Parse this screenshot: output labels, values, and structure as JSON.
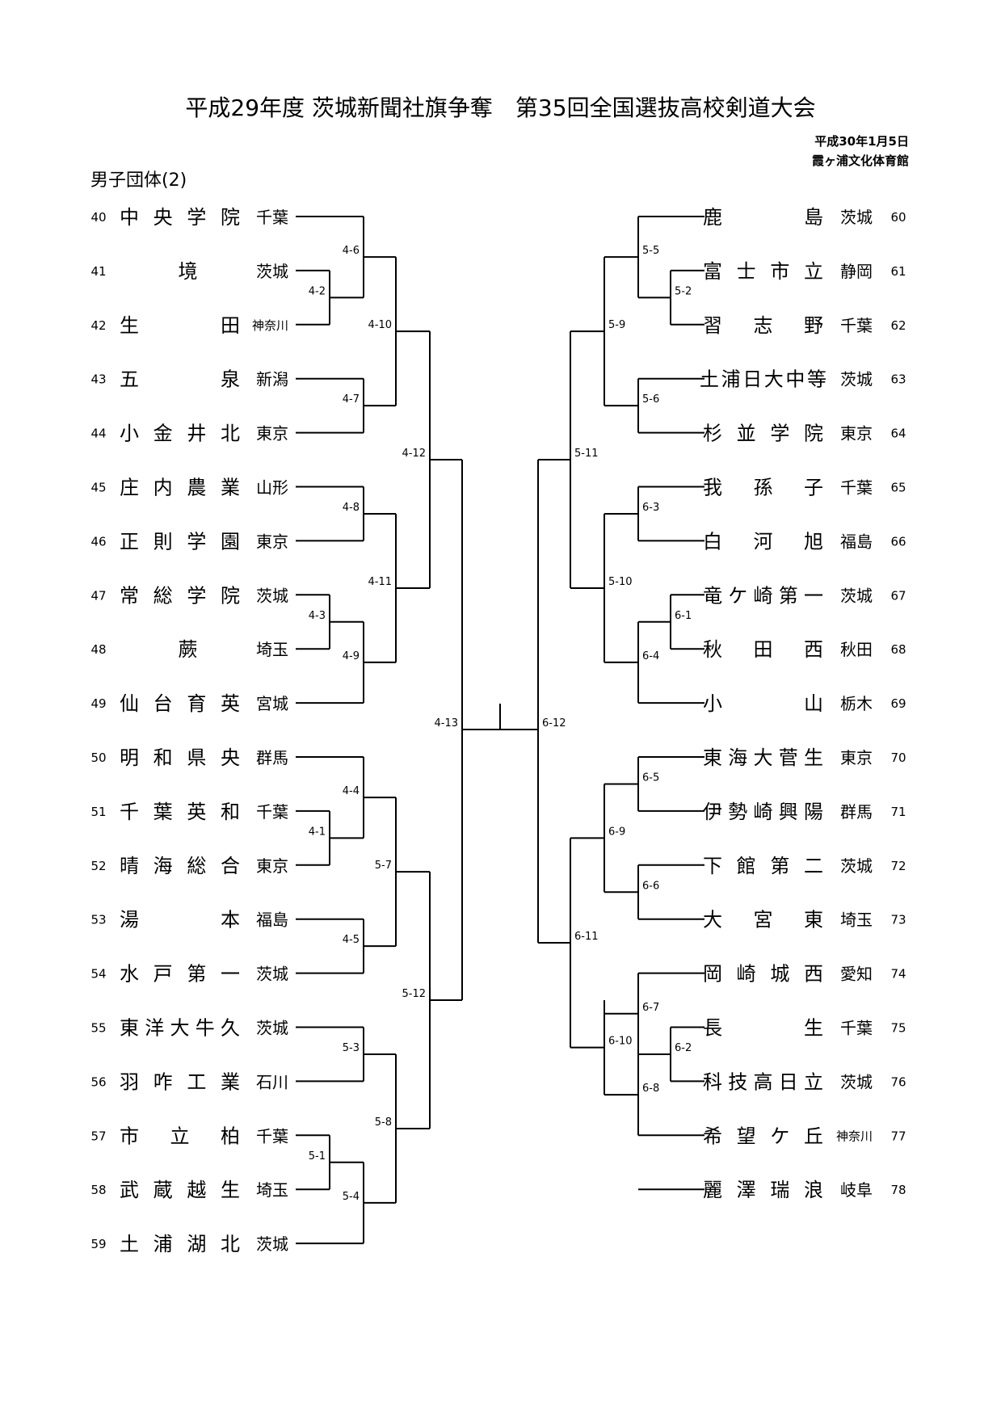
{
  "header": {
    "title": "平成29年度 茨城新聞社旗争奪　第35回全国選抜高校剣道大会",
    "date": "平成30年1月5日",
    "venue": "霞ヶ浦文化体育館",
    "section": "男子団体(2)"
  },
  "left_teams": [
    {
      "no": "40",
      "chars": [
        "中",
        "央",
        "学",
        "院"
      ],
      "pref": "千葉"
    },
    {
      "no": "41",
      "chars": [
        "境"
      ],
      "pref": "茨城"
    },
    {
      "no": "42",
      "chars": [
        "生",
        "田"
      ],
      "pref": "神奈川"
    },
    {
      "no": "43",
      "chars": [
        "五",
        "泉"
      ],
      "pref": "新潟"
    },
    {
      "no": "44",
      "chars": [
        "小",
        "金",
        "井",
        "北"
      ],
      "pref": "東京"
    },
    {
      "no": "45",
      "chars": [
        "庄",
        "内",
        "農",
        "業"
      ],
      "pref": "山形"
    },
    {
      "no": "46",
      "chars": [
        "正",
        "則",
        "学",
        "園"
      ],
      "pref": "東京"
    },
    {
      "no": "47",
      "chars": [
        "常",
        "総",
        "学",
        "院"
      ],
      "pref": "茨城"
    },
    {
      "no": "48",
      "chars": [
        "蕨"
      ],
      "pref": "埼玉"
    },
    {
      "no": "49",
      "chars": [
        "仙",
        "台",
        "育",
        "英"
      ],
      "pref": "宮城"
    },
    {
      "no": "50",
      "chars": [
        "明",
        "和",
        "県",
        "央"
      ],
      "pref": "群馬"
    },
    {
      "no": "51",
      "chars": [
        "千",
        "葉",
        "英",
        "和"
      ],
      "pref": "千葉"
    },
    {
      "no": "52",
      "chars": [
        "晴",
        "海",
        "総",
        "合"
      ],
      "pref": "東京"
    },
    {
      "no": "53",
      "chars": [
        "湯",
        "本"
      ],
      "pref": "福島"
    },
    {
      "no": "54",
      "chars": [
        "水",
        "戸",
        "第",
        "一"
      ],
      "pref": "茨城"
    },
    {
      "no": "55",
      "chars": [
        "東",
        "洋",
        "大",
        "牛",
        "久"
      ],
      "pref": "茨城"
    },
    {
      "no": "56",
      "chars": [
        "羽",
        "咋",
        "工",
        "業"
      ],
      "pref": "石川"
    },
    {
      "no": "57",
      "chars": [
        "市",
        "立",
        "柏"
      ],
      "pref": "千葉"
    },
    {
      "no": "58",
      "chars": [
        "武",
        "蔵",
        "越",
        "生"
      ],
      "pref": "埼玉"
    },
    {
      "no": "59",
      "chars": [
        "土",
        "浦",
        "湖",
        "北"
      ],
      "pref": "茨城"
    }
  ],
  "right_teams": [
    {
      "no": "60",
      "chars": [
        "鹿",
        "島"
      ],
      "pref": "茨城"
    },
    {
      "no": "61",
      "chars": [
        "富",
        "士",
        "市",
        "立"
      ],
      "pref": "静岡"
    },
    {
      "no": "62",
      "chars": [
        "習",
        "志",
        "野"
      ],
      "pref": "千葉"
    },
    {
      "no": "63",
      "chars": [
        "土",
        "浦",
        "日",
        "大",
        "中",
        "等"
      ],
      "pref": "茨城"
    },
    {
      "no": "64",
      "chars": [
        "杉",
        "並",
        "学",
        "院"
      ],
      "pref": "東京"
    },
    {
      "no": "65",
      "chars": [
        "我",
        "孫",
        "子"
      ],
      "pref": "千葉"
    },
    {
      "no": "66",
      "chars": [
        "白",
        "河",
        "旭"
      ],
      "pref": "福島"
    },
    {
      "no": "67",
      "chars": [
        "竜",
        "ケ",
        "崎",
        "第",
        "一"
      ],
      "pref": "茨城"
    },
    {
      "no": "68",
      "chars": [
        "秋",
        "田",
        "西"
      ],
      "pref": "秋田"
    },
    {
      "no": "69",
      "chars": [
        "小",
        "山"
      ],
      "pref": "栃木"
    },
    {
      "no": "70",
      "chars": [
        "東",
        "海",
        "大",
        "菅",
        "生"
      ],
      "pref": "東京"
    },
    {
      "no": "71",
      "chars": [
        "伊",
        "勢",
        "崎",
        "興",
        "陽"
      ],
      "pref": "群馬"
    },
    {
      "no": "72",
      "chars": [
        "下",
        "館",
        "第",
        "二"
      ],
      "pref": "茨城"
    },
    {
      "no": "73",
      "chars": [
        "大",
        "宮",
        "東"
      ],
      "pref": "埼玉"
    },
    {
      "no": "74",
      "chars": [
        "岡",
        "崎",
        "城",
        "西"
      ],
      "pref": "愛知"
    },
    {
      "no": "75",
      "chars": [
        "長",
        "生"
      ],
      "pref": "千葉"
    },
    {
      "no": "76",
      "chars": [
        "科",
        "技",
        "高",
        "日",
        "立"
      ],
      "pref": "茨城"
    },
    {
      "no": "77",
      "chars": [
        "希",
        "望",
        "ケ",
        "丘"
      ],
      "pref": "神奈川"
    },
    {
      "no": "78",
      "chars": [
        "麗",
        "澤",
        "瑞",
        "浪"
      ],
      "pref": "岐阜"
    }
  ],
  "matches": {
    "L": [
      "4-2",
      "4-3",
      "4-1",
      "5-1",
      "4-6",
      "4-7",
      "4-8",
      "4-9",
      "4-4",
      "4-5",
      "5-3",
      "5-4",
      "4-10",
      "4-11",
      "5-7",
      "5-8",
      "4-12",
      "5-12",
      "4-13"
    ],
    "R": [
      "5-2",
      "6-1",
      "6-2",
      "5-5",
      "5-6",
      "6-3",
      "6-4",
      "6-5",
      "6-6",
      "6-7",
      "6-8",
      "5-9",
      "5-10",
      "6-9",
      "6-10",
      "5-11",
      "6-11",
      "6-12"
    ]
  }
}
